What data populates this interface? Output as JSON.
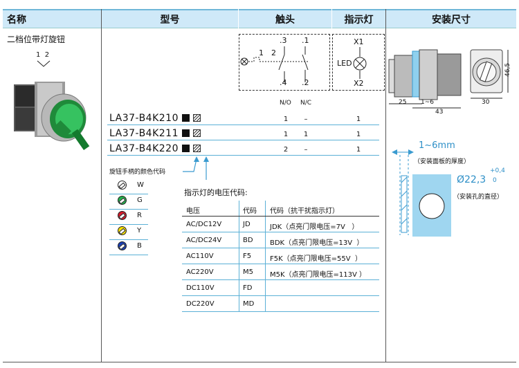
{
  "headers": {
    "name": "名称",
    "model": "型号",
    "contacts": "触头",
    "indicator": "指示灯",
    "dimensions": "安装尺寸"
  },
  "product": {
    "name": "二档位带灯旋钮",
    "positions": "1  2"
  },
  "diagram": {
    "top_left": ".3",
    "top_right": ".1",
    "bottom_left": ".4",
    "bottom_right": ".2",
    "sw1": "1",
    "sw2": "2",
    "no": "N/O",
    "nc": "N/C",
    "x1": "X1",
    "x2": "X2",
    "led": "LED"
  },
  "models": [
    {
      "model": "LA37-B4K210",
      "no": "1",
      "nc": "–",
      "led": "1"
    },
    {
      "model": "LA37-B4K211",
      "no": "1",
      "nc": "1",
      "led": "1"
    },
    {
      "model": "LA37-B4K220",
      "no": "2",
      "nc": "–",
      "led": "1"
    }
  ],
  "color_caption": "旋钮手柄的颜色代码",
  "colors": [
    {
      "code": "W",
      "color": "#ffffff"
    },
    {
      "code": "G",
      "color": "#22b14c"
    },
    {
      "code": "R",
      "color": "#d7192a"
    },
    {
      "code": "Y",
      "color": "#f6e000"
    },
    {
      "code": "B",
      "color": "#1b3fb5"
    }
  ],
  "voltage_caption": "指示灯的电压代码:",
  "voltage_table": {
    "columns": [
      "电压",
      "代码",
      "代码（抗干扰指示灯）"
    ],
    "rows": [
      [
        "AC/DC12V",
        "JD",
        "JDK（点亮门限电压=7V   ）"
      ],
      [
        "AC/DC24V",
        "BD",
        "BDK（点亮门限电压=13V  ）"
      ],
      [
        "AC110V",
        "F5",
        "F5K（点亮门限电压=55V  ）"
      ],
      [
        "AC220V",
        "M5",
        "M5K（点亮门限电压=113V ）"
      ],
      [
        "DC110V",
        "FD",
        ""
      ],
      [
        "DC220V",
        "MD",
        ""
      ]
    ]
  },
  "dims": {
    "d25": "25",
    "d1_6": "1~6",
    "d43": "43",
    "d30": "30",
    "d46_5": "46,5",
    "panel": "1~6mm",
    "panel_note": "（安装面板的厚度）",
    "hole": "Ø22,3",
    "tol_plus": "+0,4",
    "tol_zero": "0",
    "hole_note": "（安装孔的直径）"
  }
}
